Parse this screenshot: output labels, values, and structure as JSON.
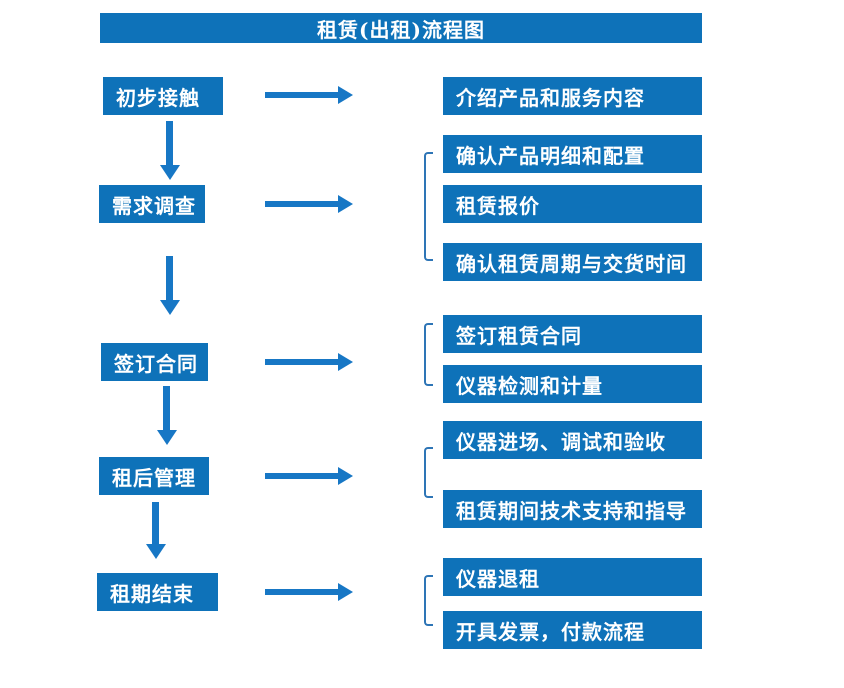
{
  "title": "租赁(出租)流程图",
  "colors": {
    "box_fill": "#0e72b9",
    "arrow": "#1777c5",
    "bracket": "#2e75b6",
    "text": "#ffffff",
    "background": "#ffffff"
  },
  "flow": {
    "steps": [
      {
        "label": "初步接触",
        "outputs": [
          "介绍产品和服务内容"
        ]
      },
      {
        "label": "需求调查",
        "outputs": [
          "确认产品明细和配置",
          "租赁报价",
          "确认租赁周期与交货时间"
        ]
      },
      {
        "label": "签订合同",
        "outputs": [
          "签订租赁合同",
          "仪器检测和计量"
        ]
      },
      {
        "label": "租后管理",
        "outputs": [
          "仪器进场、调试和验收",
          "租赁期间技术支持和指导"
        ]
      },
      {
        "label": "租期结束",
        "outputs": [
          "仪器退租",
          "开具发票，付款流程"
        ]
      }
    ]
  }
}
